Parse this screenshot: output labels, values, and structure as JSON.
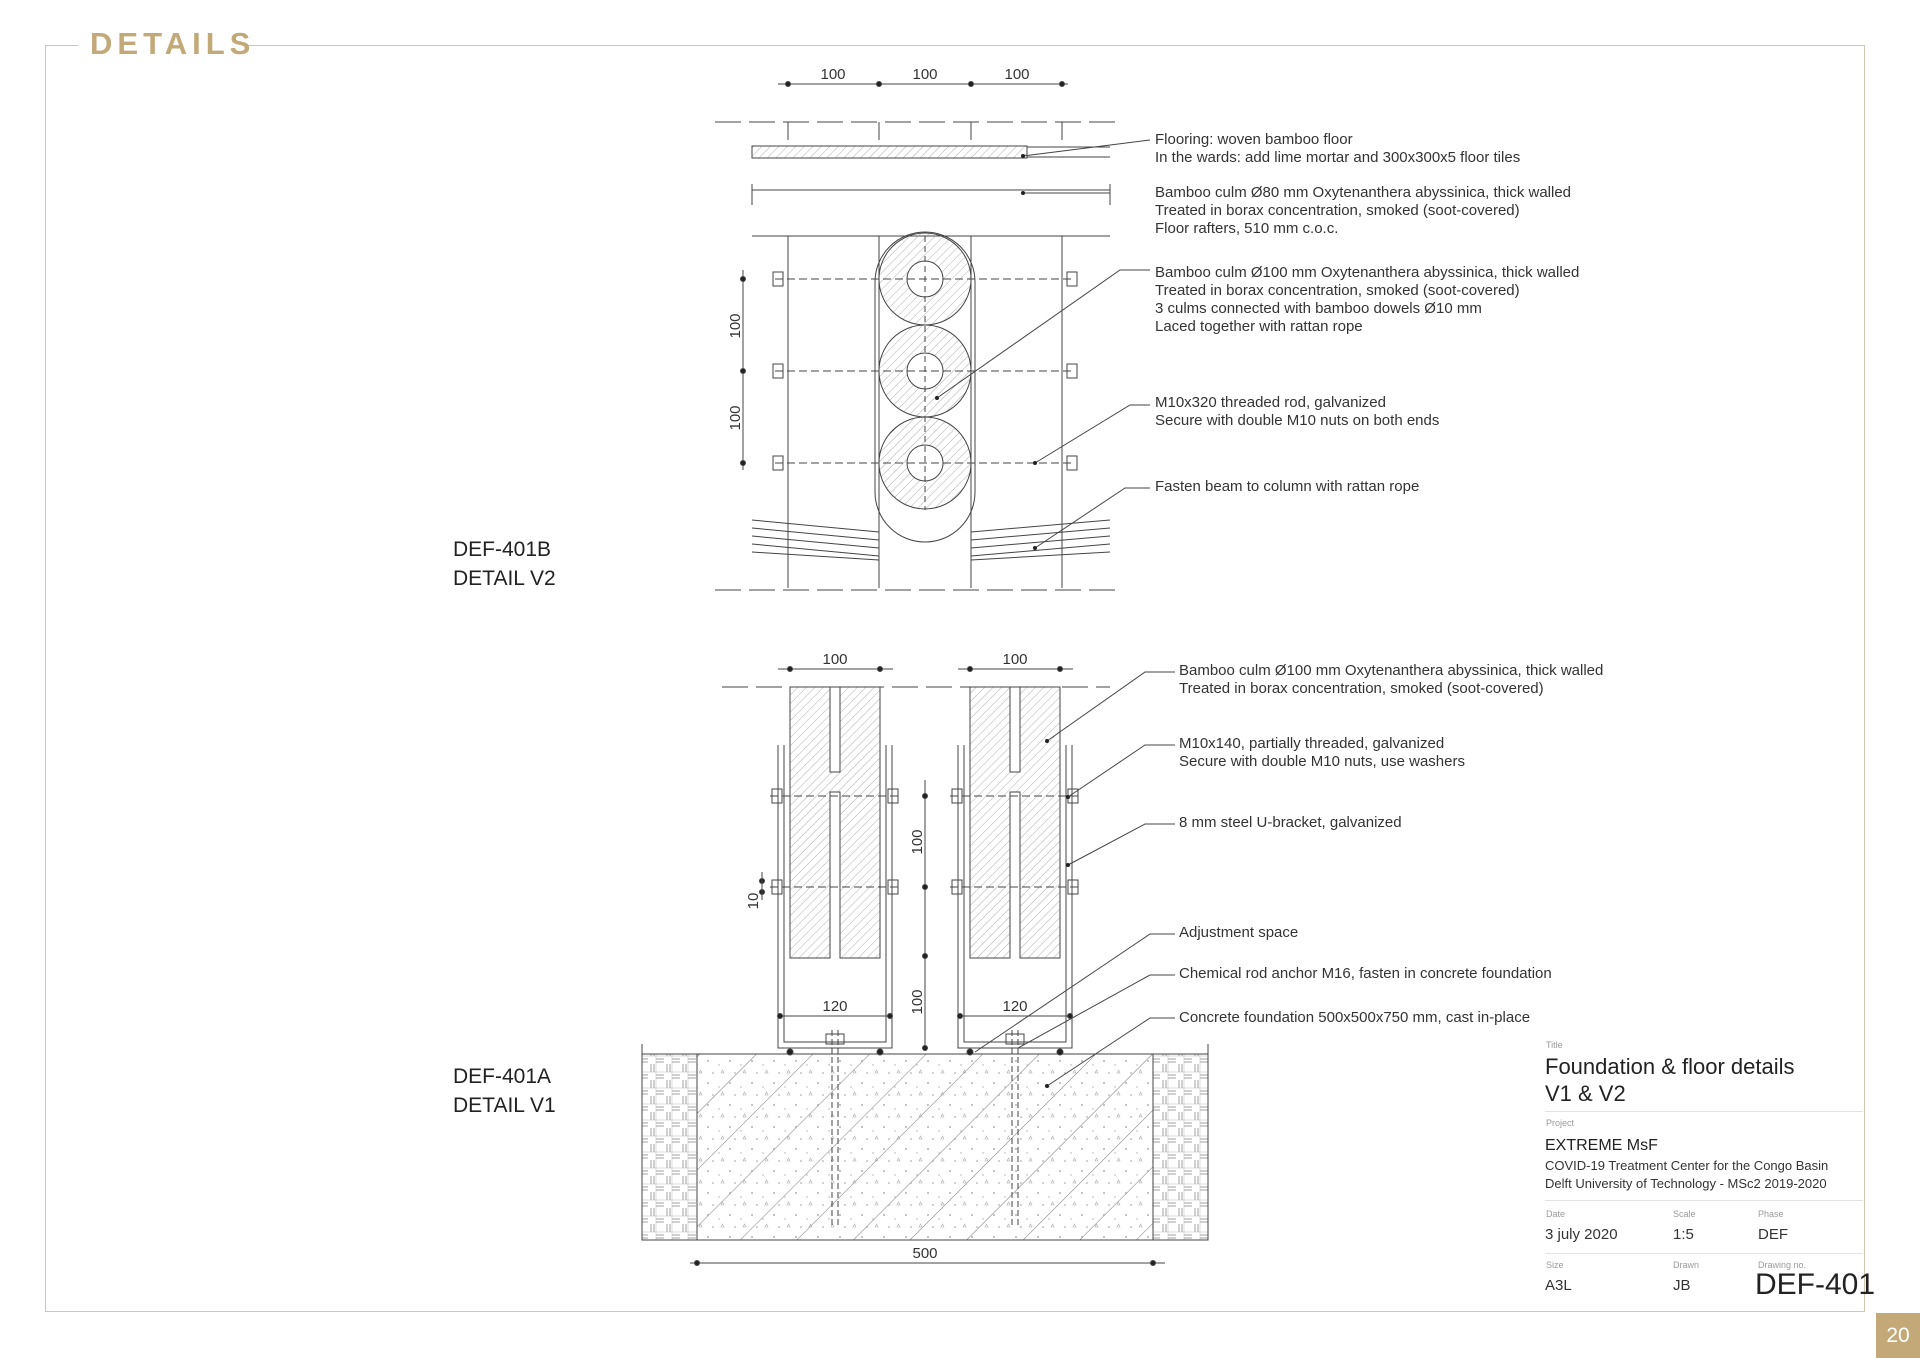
{
  "section": {
    "title": "DETAILS"
  },
  "detail_v2": {
    "label_line1": "DEF-401B",
    "label_line2": "DETAIL V2",
    "dims_top": [
      "100",
      "100",
      "100"
    ],
    "dims_side": [
      "100",
      "100"
    ],
    "notes": [
      {
        "line1": "Flooring: woven bamboo floor",
        "line2": "In the wards: add lime mortar and 300x300x5 floor tiles"
      },
      {
        "line1": "Bamboo culm Ø80 mm Oxytenanthera abyssinica, thick walled",
        "line2": "Treated in borax concentration, smoked (soot-covered)",
        "line3": "Floor rafters, 510 mm c.o.c."
      },
      {
        "line1": "Bamboo culm Ø100 mm Oxytenanthera abyssinica, thick walled",
        "line2": "Treated in borax concentration, smoked (soot-covered)",
        "line3": "3 culms connected with bamboo dowels Ø10 mm",
        "line4": "Laced together with rattan rope"
      },
      {
        "line1": "M10x320 threaded rod, galvanized",
        "line2": "Secure with double M10 nuts on both ends"
      },
      {
        "line1": "Fasten beam to column with rattan rope"
      }
    ]
  },
  "detail_v1": {
    "label_line1": "DEF-401A",
    "label_line2": "DETAIL V1",
    "dims_top": [
      "100",
      "100"
    ],
    "dims_inner": [
      "120",
      "120"
    ],
    "dims_side": [
      "100",
      "100"
    ],
    "dim_small": "10",
    "dim_bottom": "500",
    "notes": [
      {
        "line1": "Bamboo culm Ø100 mm Oxytenanthera abyssinica, thick walled",
        "line2": "Treated in borax concentration, smoked (soot-covered)"
      },
      {
        "line1": "M10x140, partially threaded, galvanized",
        "line2": "Secure with double M10 nuts, use washers"
      },
      {
        "line1": "8 mm steel U-bracket, galvanized"
      },
      {
        "line1": "Adjustment space"
      },
      {
        "line1": "Chemical rod anchor M16, fasten in concrete foundation"
      },
      {
        "line1": "Concrete foundation 500x500x750 mm, cast in-place"
      }
    ]
  },
  "title_block": {
    "title_caption": "Title",
    "title_line1": "Foundation & floor details",
    "title_line2": "V1 & V2",
    "project_caption": "Project",
    "project_name": "EXTREME MsF",
    "project_line1": "COVID-19 Treatment Center for the Congo Basin",
    "project_line2": "Delft University of Technology - MSc2 2019-2020",
    "date_caption": "Date",
    "date": "3 july 2020",
    "scale_caption": "Scale",
    "scale": "1:5",
    "phase_caption": "Phase",
    "phase": "DEF",
    "size_caption": "Size",
    "size": "A3L",
    "drawn_caption": "Drawn",
    "drawn": "JB",
    "drawingno_caption": "Drawing no.",
    "drawing_no": "DEF-401"
  },
  "page": {
    "number": "20"
  },
  "colors": {
    "accent": "#c2a977",
    "line": "#444444",
    "hatch": "#999999"
  }
}
